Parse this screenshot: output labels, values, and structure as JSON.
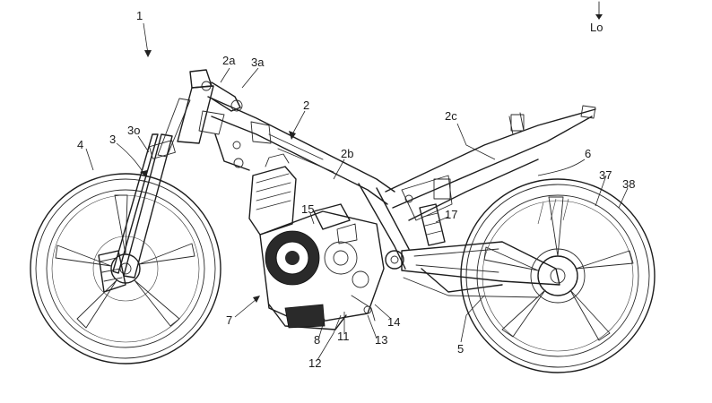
{
  "figure": {
    "title": "Motorcycle patent drawing (side view)",
    "direction_label": "Lo",
    "labels": {
      "l1": "1",
      "l2": "2",
      "l2a": "2a",
      "l3a": "3a",
      "l2b": "2b",
      "l2c": "2c",
      "l3": "3",
      "l3o": "3o",
      "l4": "4",
      "l6": "6",
      "l37": "37",
      "l38": "38",
      "l15": "15",
      "l17": "17",
      "l7": "7",
      "l8": "8",
      "l11": "11",
      "l12": "12",
      "l13": "13",
      "l14": "14",
      "l5": "5"
    }
  }
}
